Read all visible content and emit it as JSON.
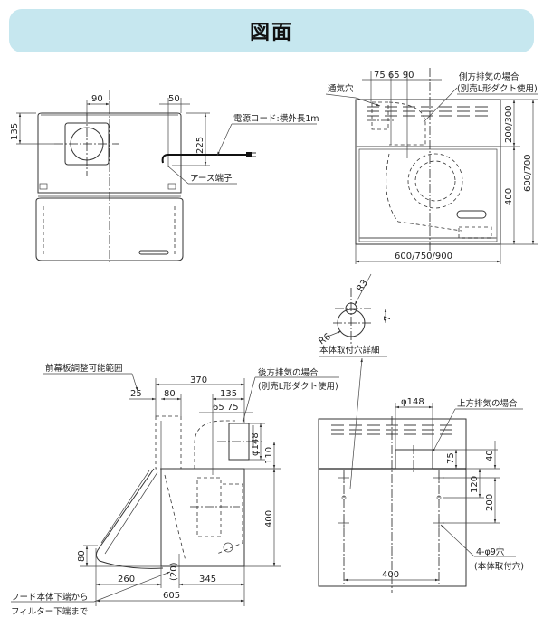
{
  "title": "図面",
  "front_view": {
    "dims": {
      "d90": "90",
      "d50": "50",
      "d135": "135",
      "d225": "225"
    },
    "labels": {
      "cord": "電源コード:横外長1m",
      "earth": "アース端子"
    }
  },
  "front_right_view": {
    "dims": {
      "top": "75 65 90",
      "h_upper": "200/300",
      "h_lower": "400",
      "h_total": "600/700",
      "width": "600/750/900"
    },
    "labels": {
      "vent": "通気穴",
      "side_exhaust": "側方排気の場合",
      "side_exhaust_note": "(別売L形ダクト使用)"
    }
  },
  "hole_detail": {
    "dims": {
      "r3": "R3",
      "r6": "R6",
      "d7": "7"
    },
    "label": "本体取付穴詳細"
  },
  "side_view": {
    "dims": {
      "d370": "370",
      "d25": "25",
      "d80": "80",
      "d135": "135",
      "d65_75": "65 75",
      "phi148": "φ148",
      "d110": "110",
      "d400": "400",
      "d80v": "80",
      "d260": "260",
      "d20": "(20)",
      "d345": "345",
      "d605": "605"
    },
    "labels": {
      "front_panel": "前幕板調整可能範囲",
      "rear_exhaust": "後方排気の場合",
      "rear_exhaust_note": "(別売L形ダクト使用)",
      "filter_line1": "フード本体下端から",
      "filter_line2": "フィルター下端まで"
    }
  },
  "back_view": {
    "dims": {
      "phi148": "φ148",
      "d75": "75",
      "d40": "40",
      "d120": "120",
      "d200": "200",
      "d400": "400"
    },
    "labels": {
      "top_exhaust": "上方排気の場合",
      "holes": "4-φ9穴",
      "holes_note": "(本体取付穴)"
    }
  }
}
